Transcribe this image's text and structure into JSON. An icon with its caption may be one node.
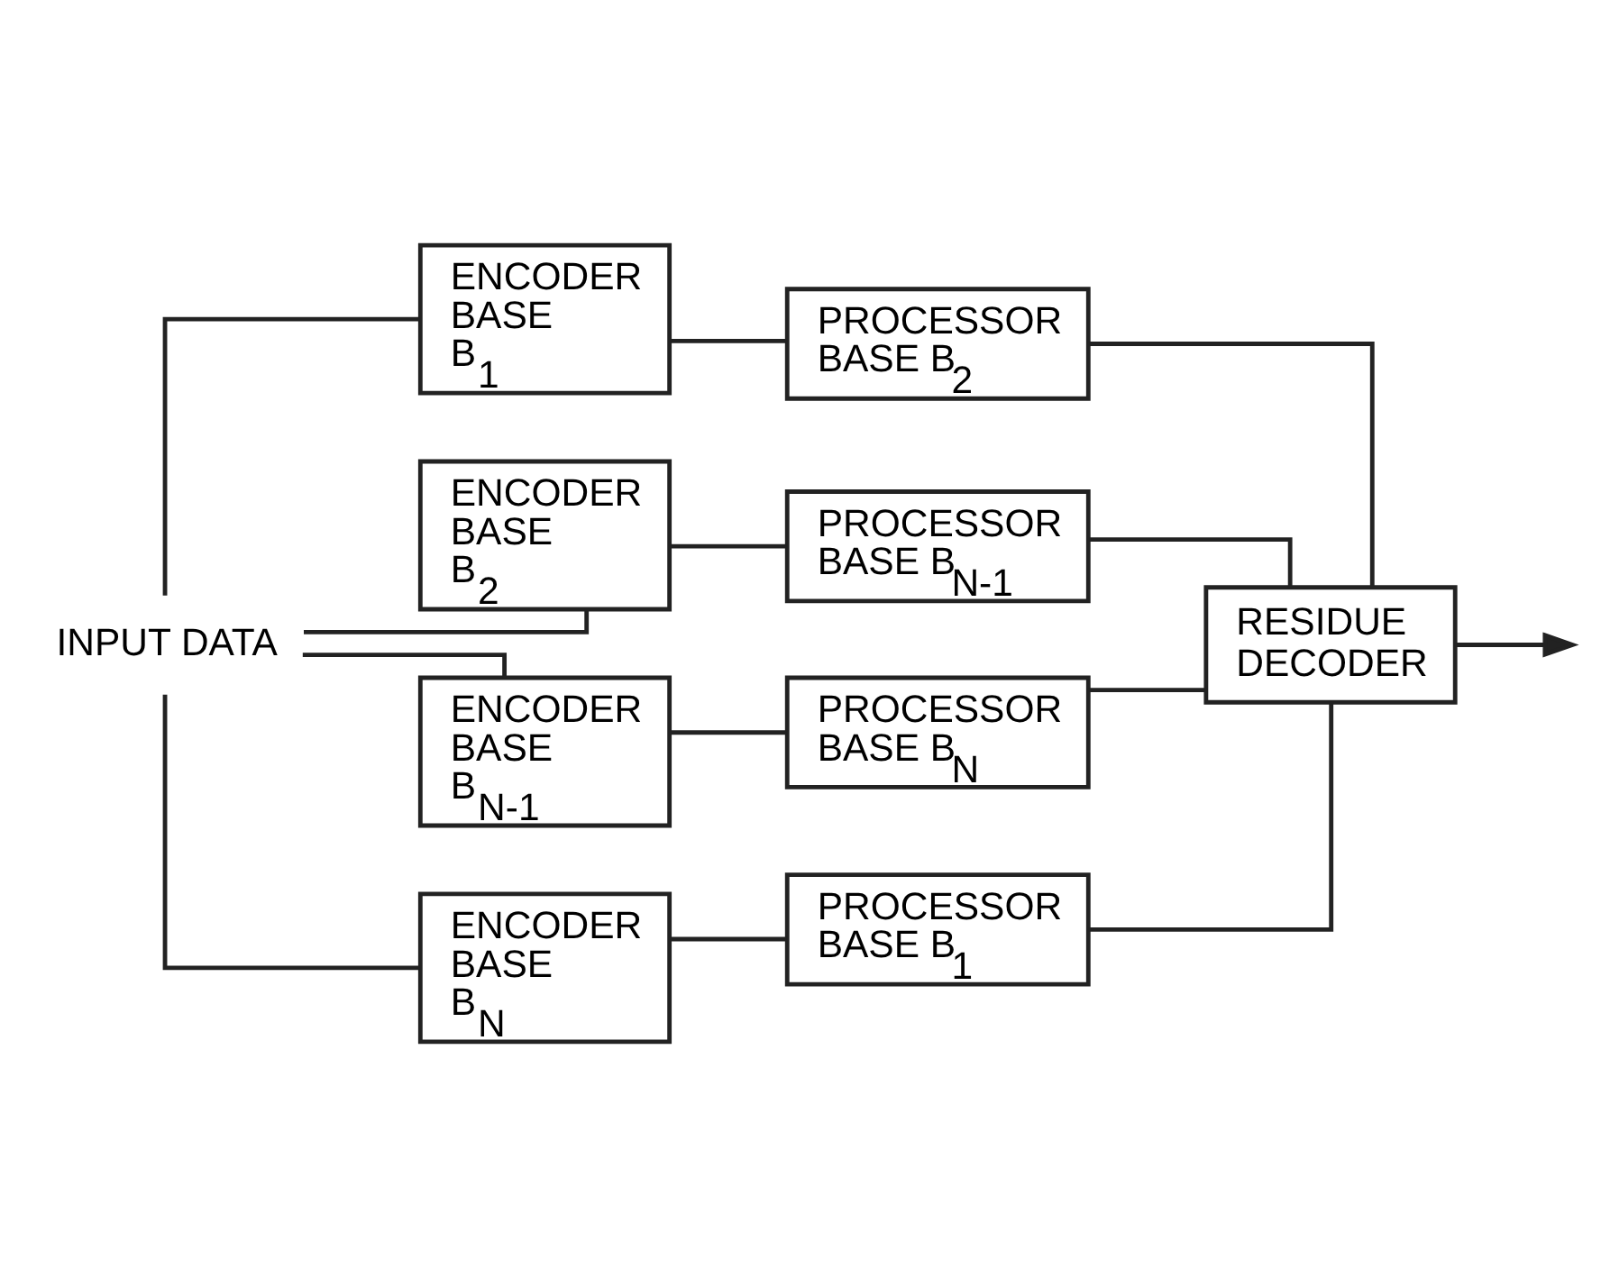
{
  "diagram": {
    "nodes": [
      {
        "text": [
          "INPUT DATA"
        ]
      },
      {
        "text": [
          "ENCODER BASE B$_{1}$"
        ]
      },
      {
        "text": [
          "ENCODER BASE B$_{2}$"
        ]
      },
      {
        "text": [
          "ENCODER BASE B$_{N-1}$"
        ]
      },
      {
        "text": [
          "ENCODER BASE B$_{N}$"
        ]
      },
      {
        "text": [
          "PROCESSOR BASE B$_{2}$"
        ]
      },
      {
        "text": [
          "PROCESSOR BASE B$_{N-1}$"
        ]
      },
      {
        "text": [
          "PROCESSOR BASE B$_{N}$"
        ]
      },
      {
        "text": [
          "PROCESSOR BASE B$_{1}$"
        ]
      },
      {
        "text": [
          "RESIDUE DECODER"
        ]
      }
    ],
    "edges": [
      {
        "from": 0,
        "to": 1,
        "arrow": "none"
      },
      {
        "from": 0,
        "to": 2,
        "arrow": "none"
      },
      {
        "from": 0,
        "to": 3,
        "arrow": "none"
      },
      {
        "from": 0,
        "to": 4,
        "arrow": "none"
      },
      {
        "from": 1,
        "to": 5,
        "arrow": "none"
      },
      {
        "from": 2,
        "to": 6,
        "arrow": "none"
      },
      {
        "from": 3,
        "to": 7,
        "arrow": "none"
      },
      {
        "from": 4,
        "to": 8,
        "arrow": "none"
      },
      {
        "from": 5,
        "to": 9,
        "arrow": "none"
      },
      {
        "from": 6,
        "to": 9,
        "arrow": "none"
      },
      {
        "from": 7,
        "to": 9,
        "arrow": "none"
      },
      {
        "from": 8,
        "to": 9,
        "arrow": "none"
      },
      {
        "from": 9,
        "to": null,
        "arrow": "to"
      }
    ]
  }
}
